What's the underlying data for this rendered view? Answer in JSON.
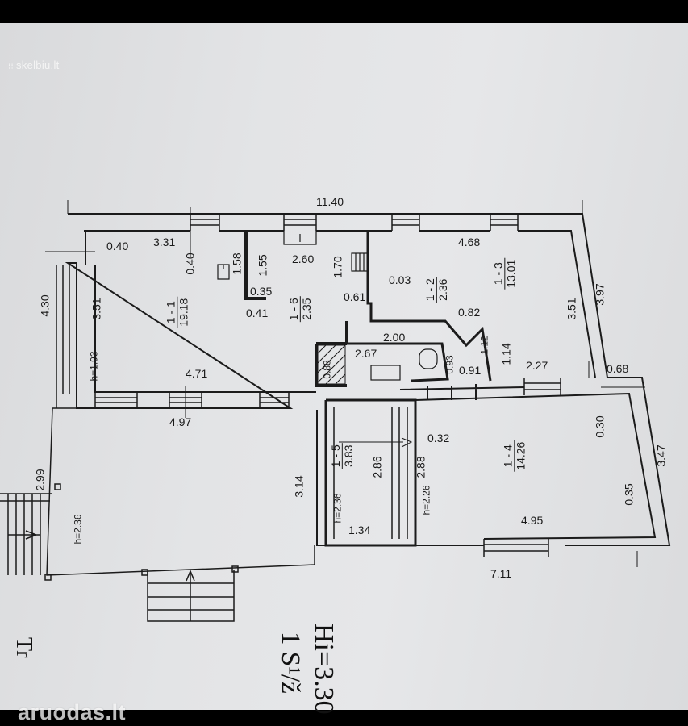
{
  "watermarks": {
    "top": "skelbiu.lt",
    "bottom": "aruodas.lt"
  },
  "floor": {
    "title_line1": "1 S¹/ž",
    "title_line2": "Hi=3.30",
    "stair_label": "Tr"
  },
  "dimensions": {
    "overall_width": "11.40",
    "left_height": "4.30",
    "right_height_upper": "3.97",
    "right_height_lower": "3.47",
    "offset_068": "0.68",
    "r11_top_width": "3.31",
    "r11_left_offset": "0.40",
    "r11_small_040": "0.40",
    "r11_height": "3.51",
    "r11_ceiling": "h=1.93",
    "r11_bottom_width": "4.71",
    "bottom_left_width": "4.97",
    "closet_158": "1.58",
    "closet_155": "1.55",
    "closet_035": "0.35",
    "closet_041": "0.41",
    "corridor_260": "2.60",
    "corridor_170": "1.70",
    "corridor_061": "0.61",
    "r13_top_width": "4.68",
    "r13_003": "0.03",
    "r13_height": "3.51",
    "r13_082": "0.82",
    "r13_112": "1.12",
    "r13_114": "1.14",
    "r13_227": "2.27",
    "bath_200": "2.00",
    "bath_267": "2.67",
    "bath_088": "0.88",
    "bath_093": "0.93",
    "bath_091": "0.91",
    "r14_030": "0.30",
    "r14_032": "0.32",
    "r14_035": "0.35",
    "r14_bottom_width": "4.95",
    "r14_outer_width": "7.11",
    "r14_ceiling": "h=2.26",
    "r15_height_a": "2.86",
    "r15_height_b": "2.88",
    "r15_width": "1.34",
    "r15_ceiling": "h=2.36",
    "veranda_314": "3.14",
    "veranda_299": "2.99",
    "veranda_ceiling": "h=2.36"
  },
  "rooms": [
    {
      "id": "1 - 1",
      "area": "19.18"
    },
    {
      "id": "1 - 2",
      "area": "2.36"
    },
    {
      "id": "1 - 3",
      "area": "13.01"
    },
    {
      "id": "1 - 4",
      "area": "14.26"
    },
    {
      "id": "1 - 5",
      "area": "3.83"
    },
    {
      "id": "1 - 6",
      "area": "2.35"
    }
  ]
}
